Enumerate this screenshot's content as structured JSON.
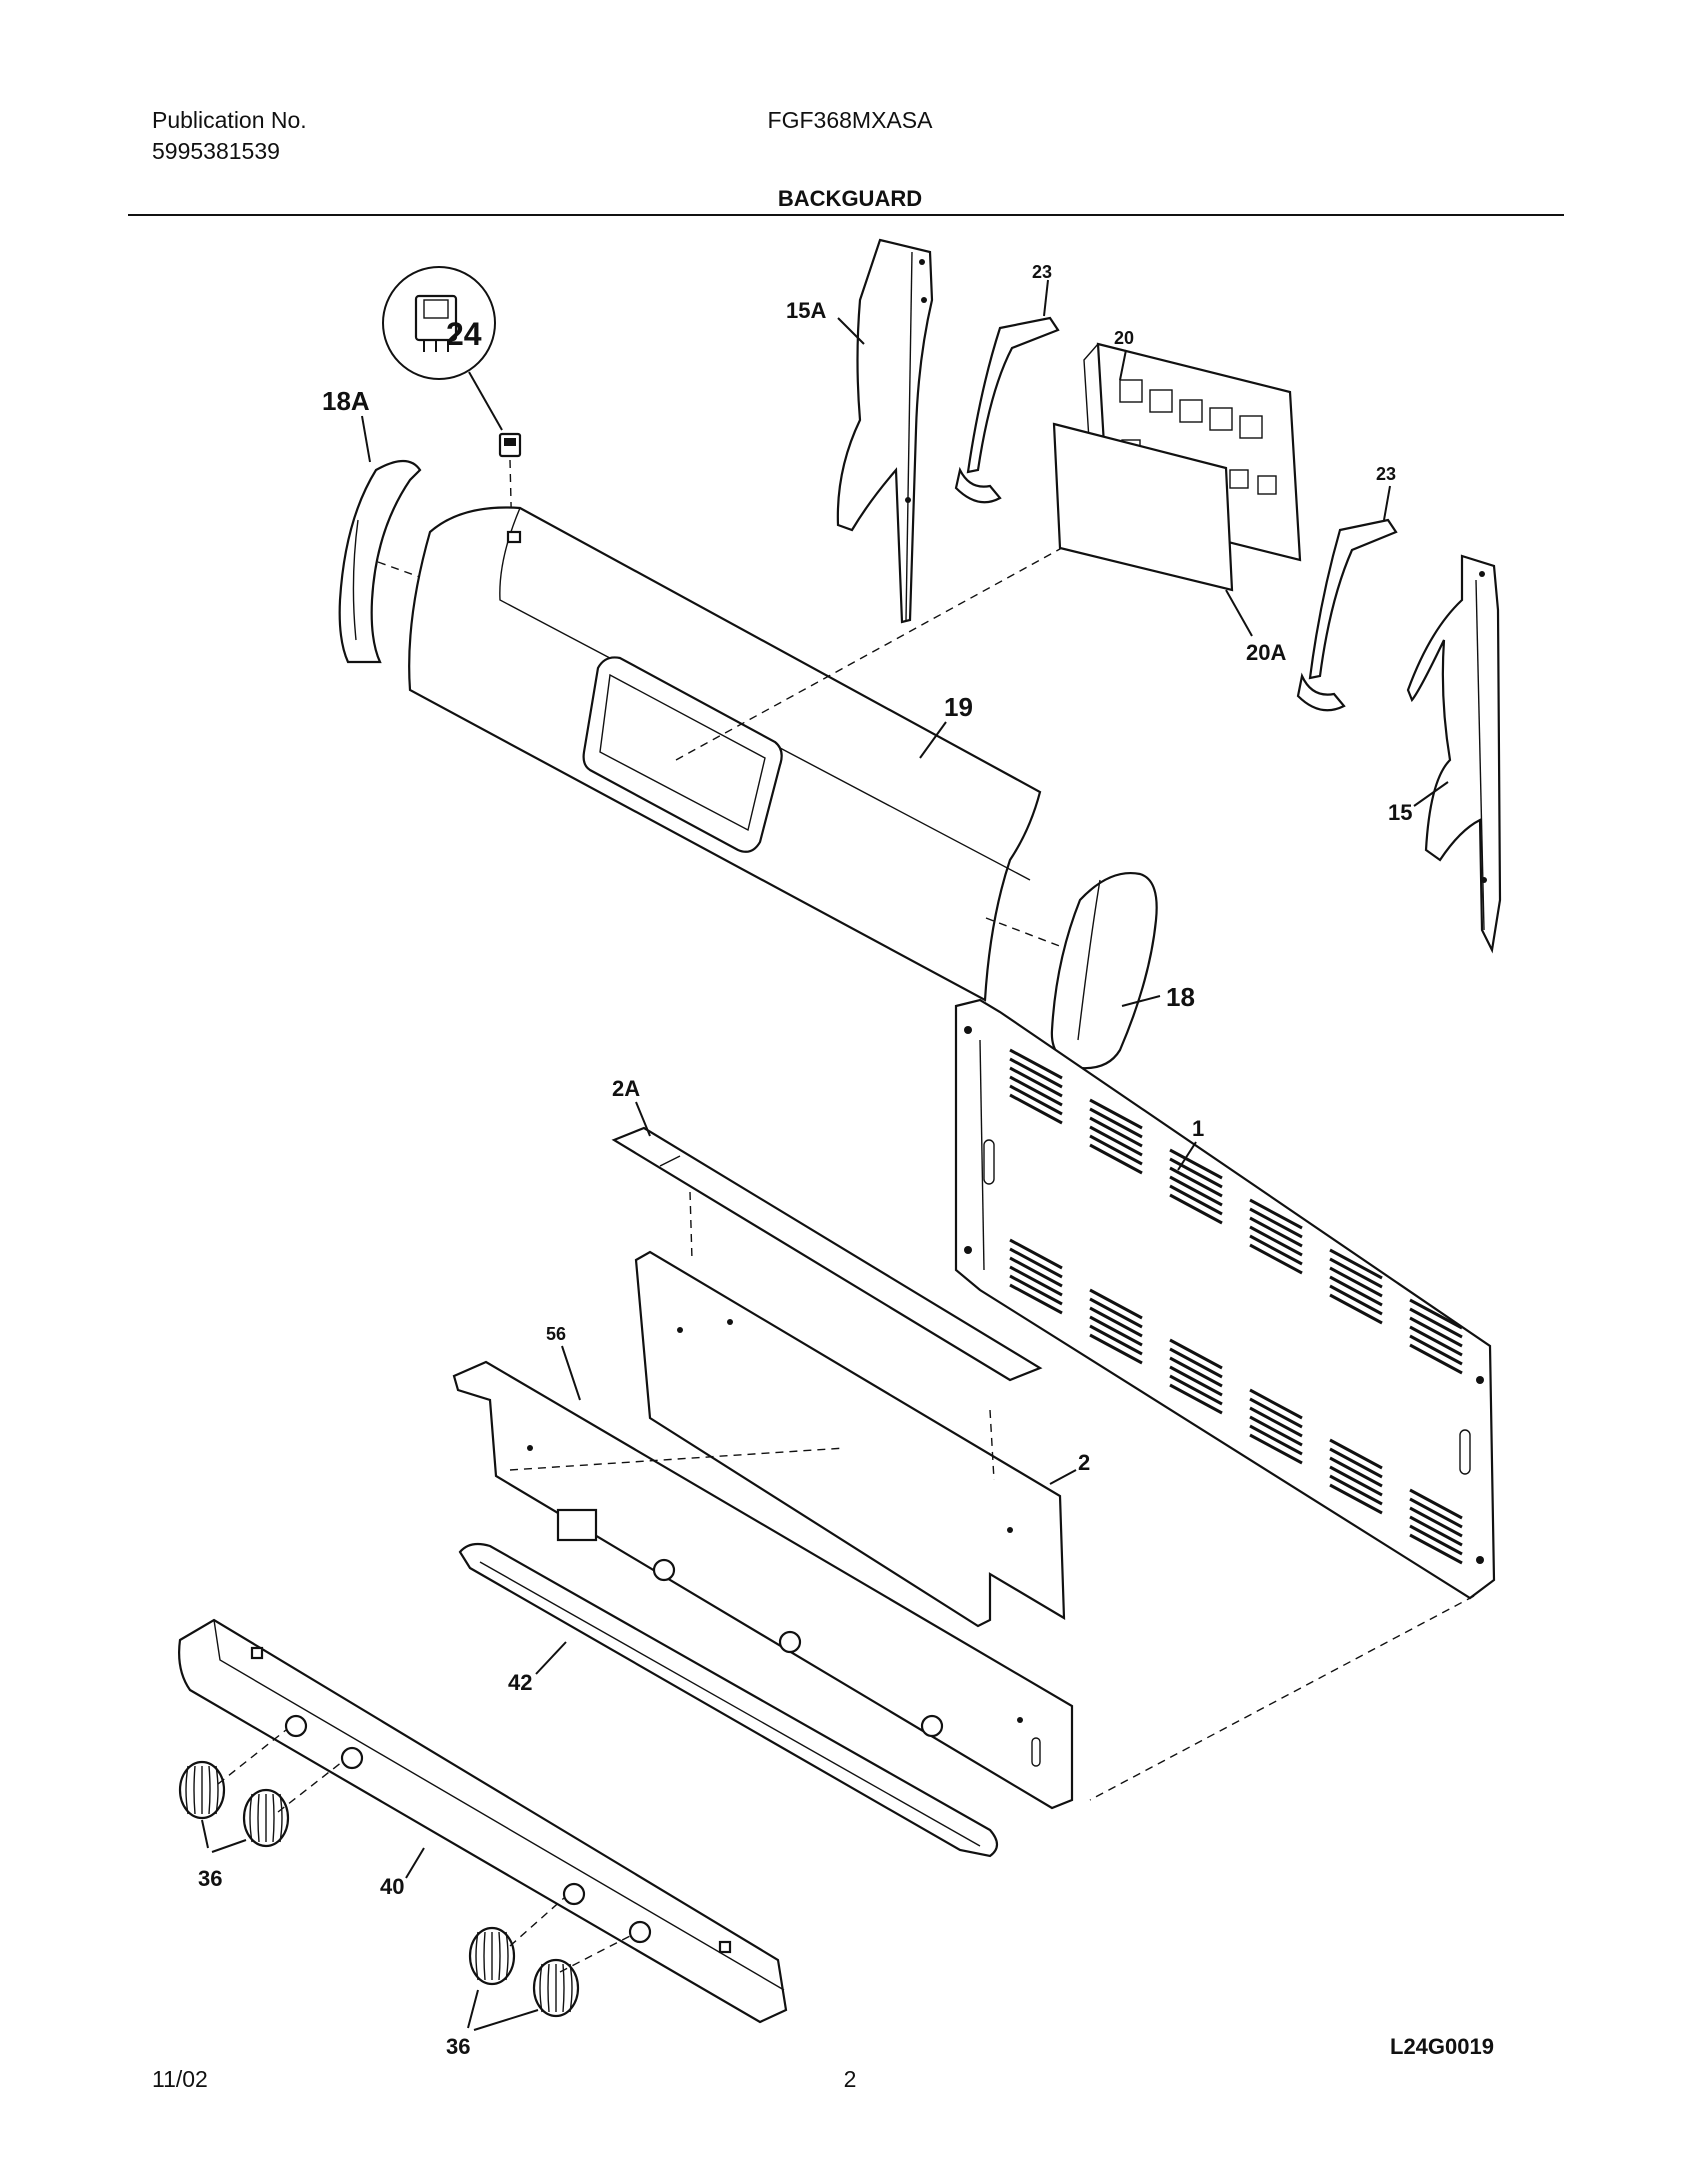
{
  "header": {
    "publication_label": "Publication No.",
    "publication_number": "5995381539",
    "model": "FGF368MXASA",
    "section_title": "BACKGUARD"
  },
  "diagram": {
    "drawing_id": "L24G0019",
    "callouts": {
      "c24": "24",
      "c18A": "18A",
      "c15A": "15A",
      "c23a": "23",
      "c20": "20",
      "c23b": "23",
      "c20A": "20A",
      "c19": "19",
      "c15": "15",
      "c18": "18",
      "c1": "1",
      "c2A": "2A",
      "c56": "56",
      "c2": "2",
      "c42": "42",
      "c36a": "36",
      "c40": "40",
      "c36b": "36"
    }
  },
  "footer": {
    "date": "11/02",
    "page_number": "2"
  }
}
